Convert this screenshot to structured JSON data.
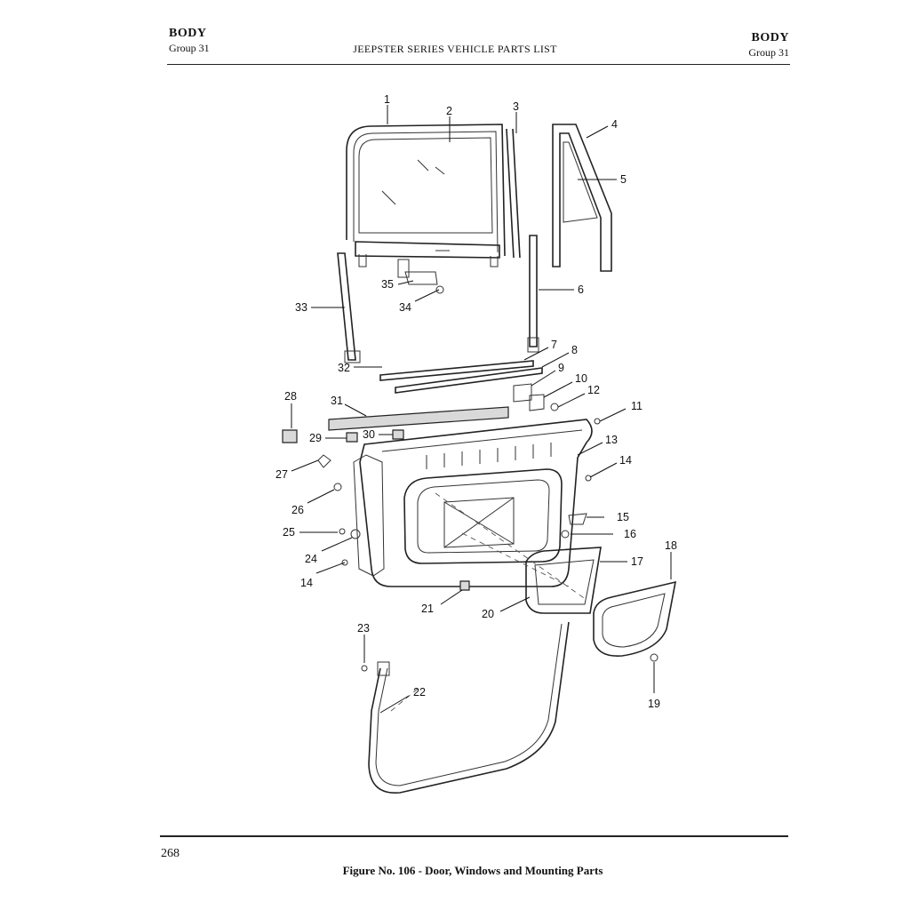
{
  "header": {
    "left_title": "BODY",
    "left_subtitle": "Group 31",
    "center_title": "JEEPSTER SERIES VEHICLE PARTS LIST",
    "right_title": "BODY",
    "right_subtitle": "Group 31"
  },
  "footer": {
    "page_number": "268",
    "figure_caption": "Figure No. 106 - Door, Windows and Mounting Parts"
  },
  "callouts": [
    {
      "id": "1",
      "label": "1"
    },
    {
      "id": "2",
      "label": "2"
    },
    {
      "id": "3",
      "label": "3"
    },
    {
      "id": "4",
      "label": "4"
    },
    {
      "id": "5",
      "label": "5"
    },
    {
      "id": "6",
      "label": "6"
    },
    {
      "id": "7",
      "label": "7"
    },
    {
      "id": "8",
      "label": "8"
    },
    {
      "id": "9",
      "label": "9"
    },
    {
      "id": "10",
      "label": "10"
    },
    {
      "id": "11",
      "label": "11"
    },
    {
      "id": "12",
      "label": "12"
    },
    {
      "id": "13",
      "label": "13"
    },
    {
      "id": "14a",
      "label": "14"
    },
    {
      "id": "14b",
      "label": "14"
    },
    {
      "id": "15",
      "label": "15"
    },
    {
      "id": "16",
      "label": "16"
    },
    {
      "id": "17",
      "label": "17"
    },
    {
      "id": "18",
      "label": "18"
    },
    {
      "id": "19",
      "label": "19"
    },
    {
      "id": "20",
      "label": "20"
    },
    {
      "id": "21",
      "label": "21"
    },
    {
      "id": "22",
      "label": "22"
    },
    {
      "id": "23",
      "label": "23"
    },
    {
      "id": "24",
      "label": "24"
    },
    {
      "id": "25",
      "label": "25"
    },
    {
      "id": "26",
      "label": "26"
    },
    {
      "id": "27",
      "label": "27"
    },
    {
      "id": "28",
      "label": "28"
    },
    {
      "id": "29",
      "label": "29"
    },
    {
      "id": "30",
      "label": "30"
    },
    {
      "id": "31",
      "label": "31"
    },
    {
      "id": "32",
      "label": "32"
    },
    {
      "id": "33",
      "label": "33"
    },
    {
      "id": "34",
      "label": "34"
    },
    {
      "id": "35",
      "label": "35"
    }
  ]
}
